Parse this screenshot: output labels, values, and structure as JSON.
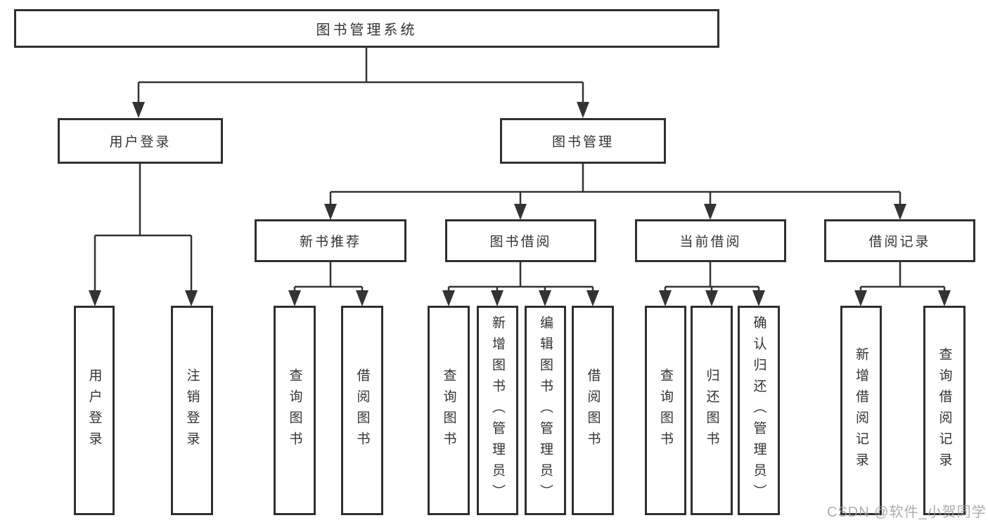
{
  "diagram": {
    "root": {
      "label": "图书管理系统"
    },
    "branches": [
      {
        "label": "用户登录",
        "children": [
          "用户登录",
          "注销登录"
        ]
      },
      {
        "label": "图书管理",
        "children": [
          {
            "label": "新书推荐",
            "children": [
              "查询图书",
              "借阅图书"
            ]
          },
          {
            "label": "图书借阅",
            "children": [
              "查询图书",
              "新增图书（管理员）",
              "编辑图书（管理员）",
              "借阅图书"
            ]
          },
          {
            "label": "当前借阅",
            "children": [
              "查询图书",
              "归还图书",
              "确认归还（管理员）"
            ]
          },
          {
            "label": "借阅记录",
            "children": [
              "新增借阅记录",
              "查询借阅记录"
            ]
          }
        ]
      }
    ]
  },
  "watermark": "CSDN @软件_小贺同学",
  "colors": {
    "background": "#ffffff",
    "line": "#333333",
    "box_border": "#2f2f2f",
    "text": "#333333",
    "watermark": "#9e9e9e"
  }
}
